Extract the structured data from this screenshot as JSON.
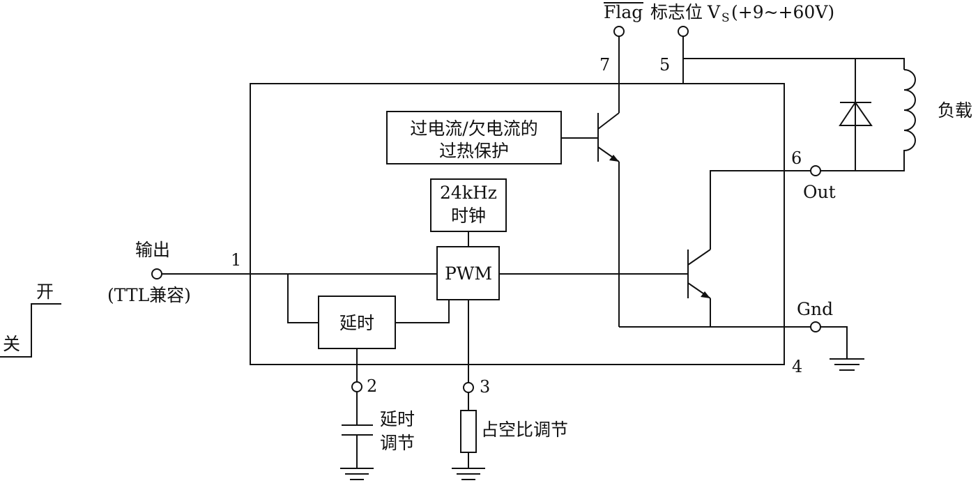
{
  "labels": {
    "flag": "Flag",
    "flag_desc": "标志位",
    "vs_v": "V",
    "vs_sub": "S",
    "vs_range": "(+9~+60V)",
    "load": "负载",
    "out": "Out",
    "gnd": "Gnd",
    "input": "输出",
    "input_note": "(TTL兼容)",
    "switch_on": "开",
    "switch_off": "关",
    "delay_cap": [
      "延时",
      "调节"
    ],
    "duty": "占空比调节"
  },
  "blocks": {
    "protect": [
      "过电流/欠电流的",
      "过热保护"
    ],
    "clock": [
      "24kHz",
      "时钟"
    ],
    "pwm": "PWM",
    "delay": "延时"
  },
  "pins": {
    "p1": "1",
    "p2": "2",
    "p3": "3",
    "p4": "4",
    "p5": "5",
    "p6": "6",
    "p7": "7"
  }
}
